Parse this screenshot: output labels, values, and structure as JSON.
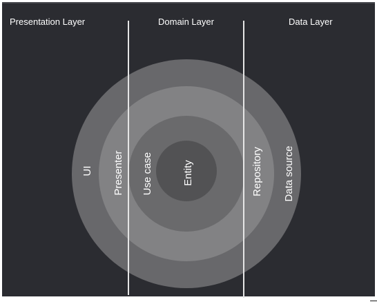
{
  "layers": {
    "presentation": "Presentation Layer",
    "domain": "Domain Layer",
    "data": "Data Layer"
  },
  "rings": {
    "entity": "Entity",
    "use_case": "Use case",
    "presenter": "Presenter",
    "ui": "UI",
    "repository": "Repository",
    "data_source": "Data source"
  },
  "colors": {
    "background": "#2b2c31",
    "outer_ring": "#68686b",
    "second_ring": "#828284",
    "third_ring": "#6a6a6c",
    "core": "#525254",
    "divider": "#e6e6e6",
    "text": "#ffffff"
  }
}
